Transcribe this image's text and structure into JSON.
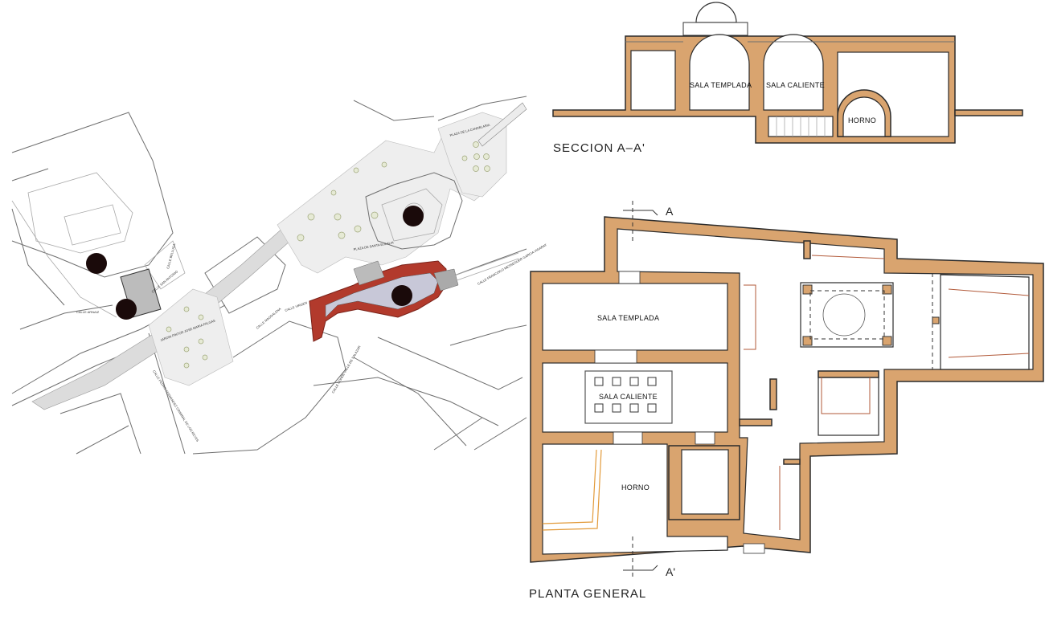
{
  "section": {
    "title": "SECCION A–A'",
    "rooms": {
      "templada": "SALA TEMPLADA",
      "caliente": "SALA CALIENTE",
      "horno": "HORNO"
    }
  },
  "plan": {
    "title": "PLANTA GENERAL",
    "cut_top": "A",
    "cut_bottom": "A'",
    "rooms": {
      "templada": "SALA TEMPLADA",
      "caliente": "SALA CALIENTE",
      "horno": "HORNO"
    }
  },
  "site": {
    "streets": {
      "s1": "CALLE ARNAIZ",
      "s2": "CALLE SAN ANTONIO",
      "s3": "CALLE VIRGEN",
      "s4": "JARDIN PINTOR JOSE MARIA FALGAS",
      "s5": "CALLE PEDRO FERNANDEZ CRIMINAL DE LOS REYES",
      "s6": "CALLE MAGDALENA",
      "s7": "PLAZA DE SANTA EULALIA",
      "s8": "PLAZA DE LA CANDELARIA",
      "s9": "CALLE CONDE VALLE DE SALAZAR",
      "s10": "CALLE FRANCISCO MESSEGUER GARCIA VIGARAY",
      "s11": "CALLE BELLUGA"
    }
  }
}
